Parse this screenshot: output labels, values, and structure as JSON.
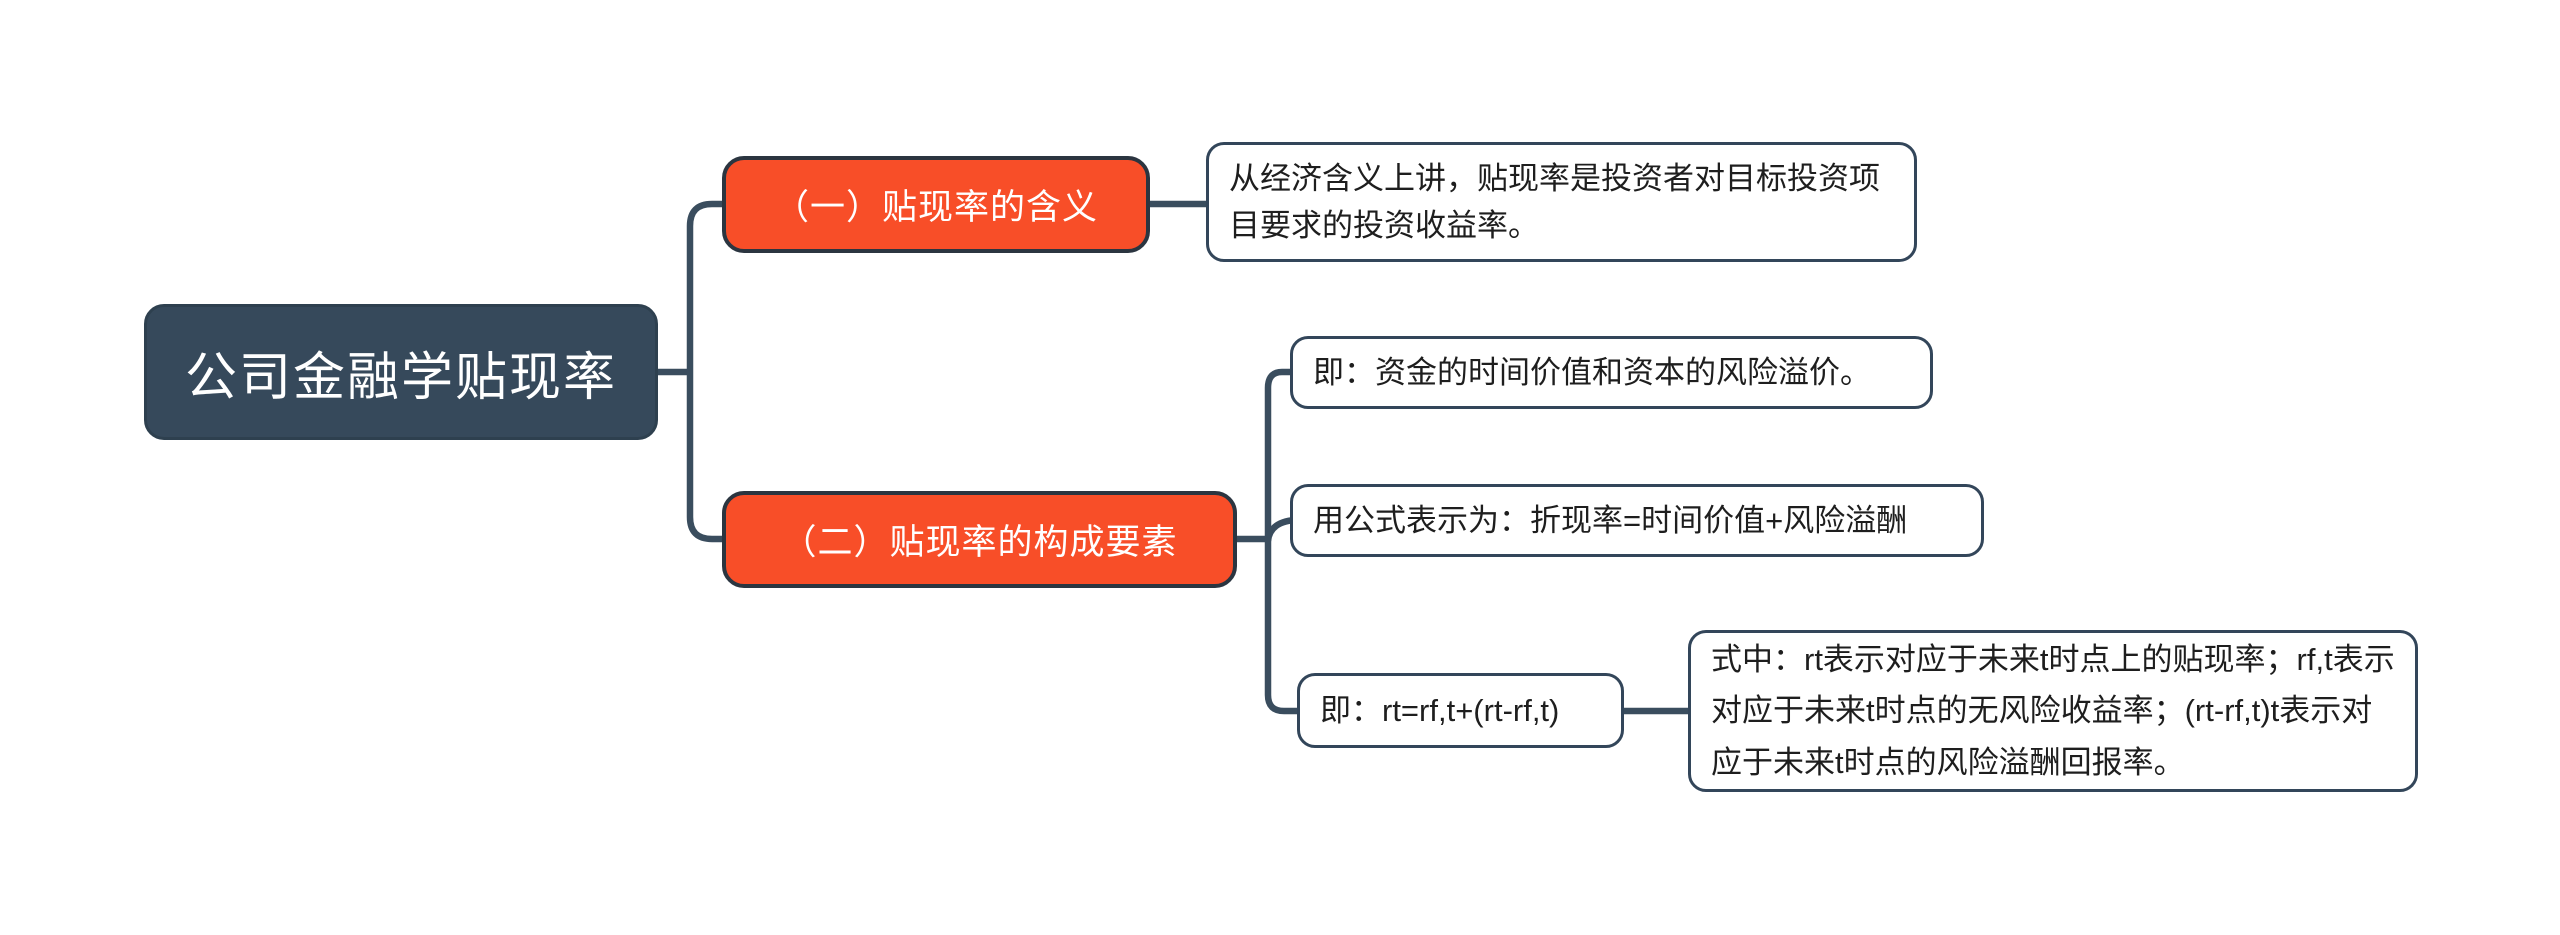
{
  "mindmap": {
    "root": {
      "label": "公司金融学贴现率"
    },
    "branches": [
      {
        "label": "（一）贴现率的含义",
        "notes": [
          "从经济含义上讲，贴现率是投资者对目标投资项目要求的投资收益率。"
        ]
      },
      {
        "label": "（二）贴现率的构成要素",
        "notes": [
          "即：资金的时间价值和资本的风险溢价。",
          "用公式表示为：折现率=时间价值+风险溢酬",
          "即：rt=rf,t+(rt-rf,t)"
        ],
        "formula_note": "式中：rt表示对应于未来t时点上的贴现率；rf,t表示对应于未来t时点的无风险收益率；(rt-rf,t)t表示对应于未来t时点的风险溢酬回报率。"
      }
    ],
    "colors": {
      "root_fill": "#36495B",
      "branch_fill": "#F84E28",
      "connector": "#3A4D5E",
      "note_border": "#33465A",
      "node_text": "#FFFFFF",
      "note_text": "#1E1E1E",
      "background": "#FFFFFF"
    }
  }
}
